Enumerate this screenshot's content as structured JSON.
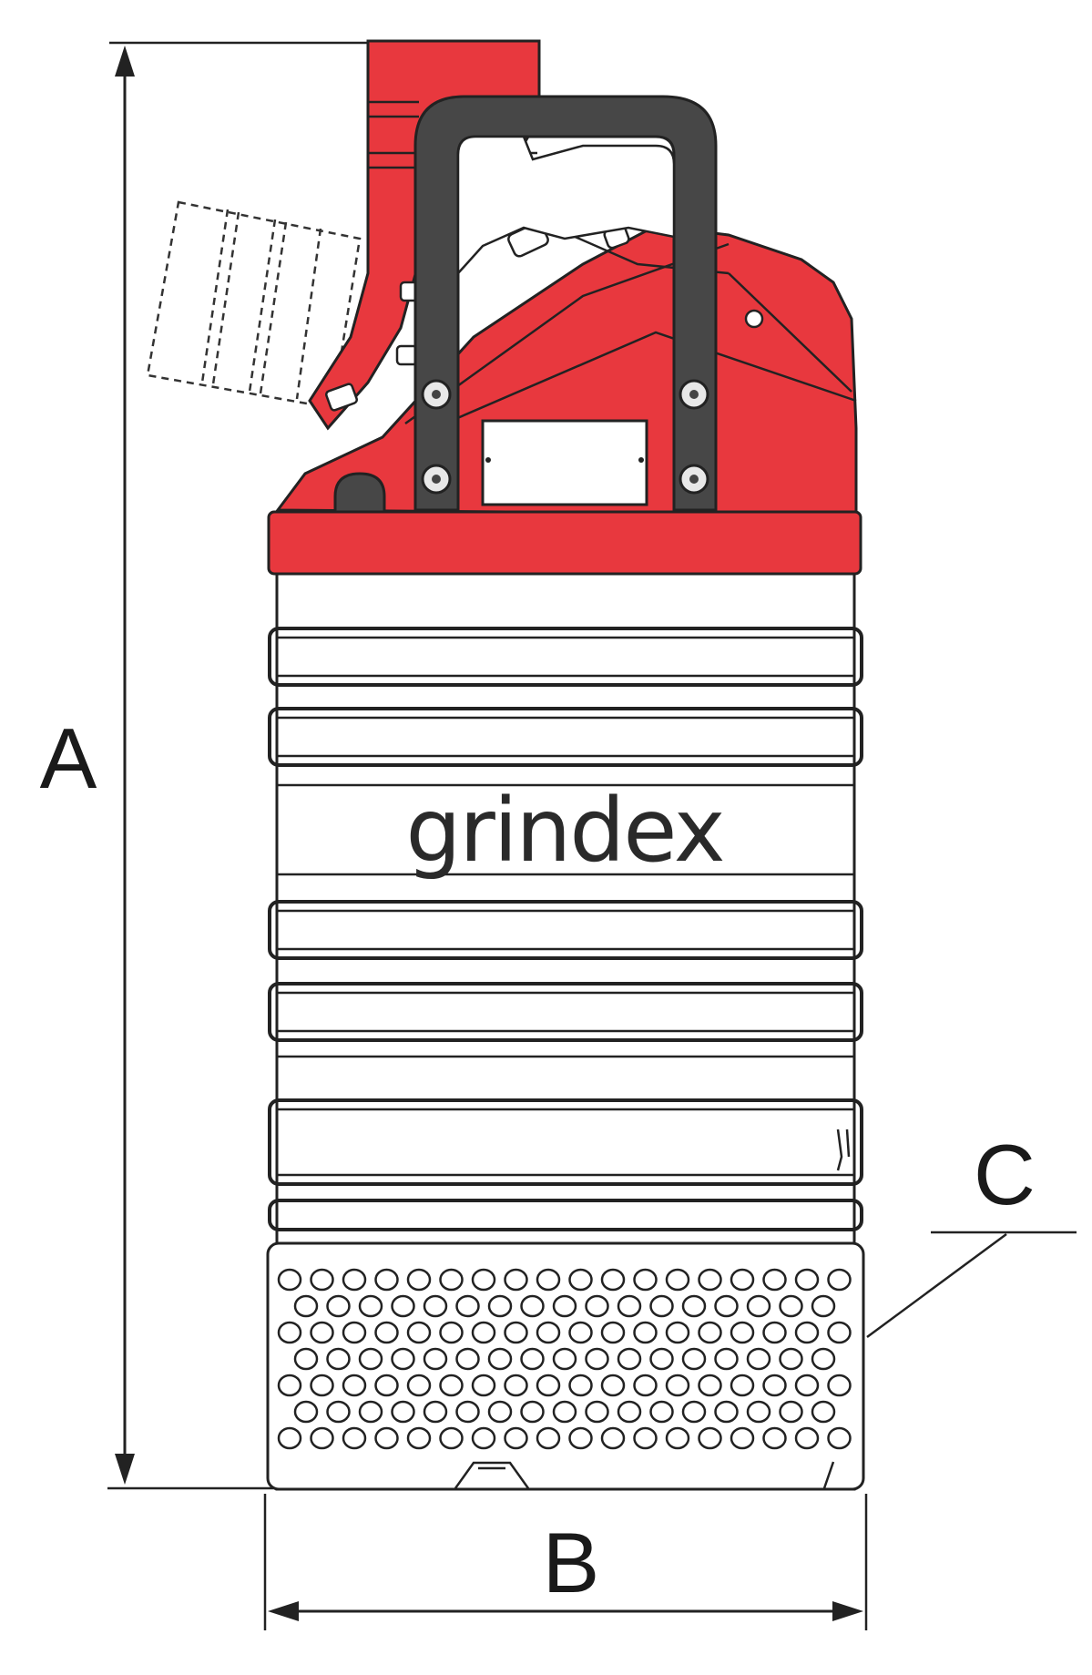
{
  "brand": "grindex",
  "dimensions": {
    "height_label": "A",
    "width_label": "B",
    "strainer_label": "C"
  },
  "colors": {
    "pump_red": "#e8383e",
    "handle_dark": "#474747",
    "outline": "#222222",
    "body_white": "#ffffff"
  },
  "icons": {
    "bolt": "hex-bolt-icon",
    "strainer": "perforated-strainer",
    "hose": "discharge-hose-dashed"
  }
}
